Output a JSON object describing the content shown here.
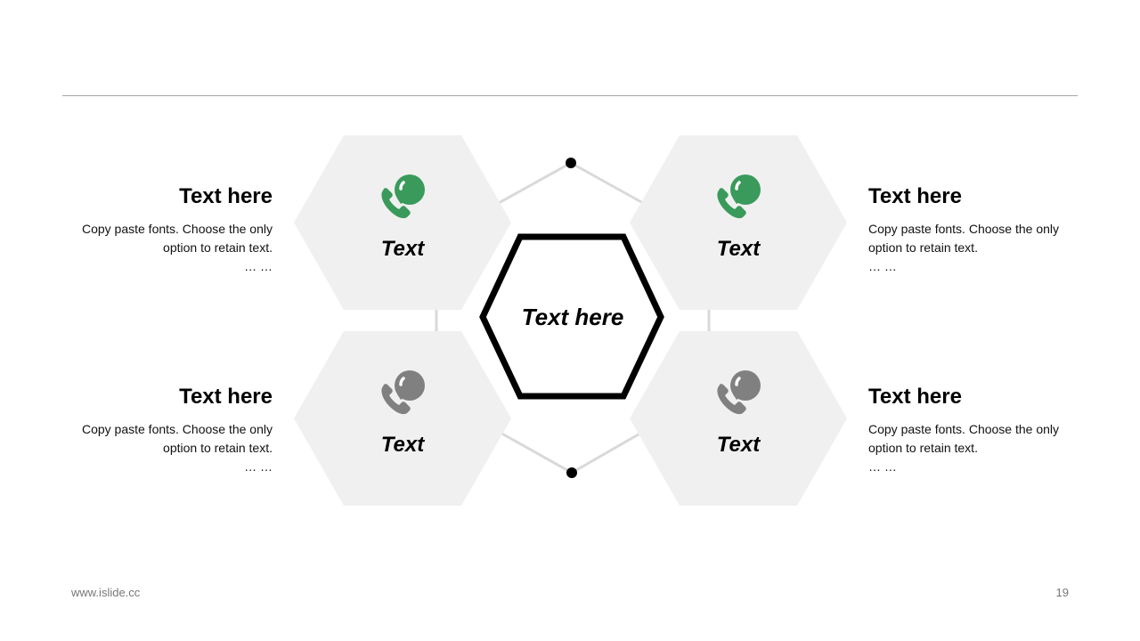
{
  "center": {
    "label": "Text here"
  },
  "hexes": [
    {
      "label": "Text",
      "icon": "phone-chat-icon",
      "icon_color": "#3a9a5b"
    },
    {
      "label": "Text",
      "icon": "phone-chat-icon",
      "icon_color": "#3a9a5b"
    },
    {
      "label": "Text",
      "icon": "phone-chat-icon",
      "icon_color": "#808080"
    },
    {
      "label": "Text",
      "icon": "phone-chat-icon",
      "icon_color": "#808080"
    }
  ],
  "blocks": [
    {
      "title": "Text here",
      "line1": "Copy paste fonts. Choose the only",
      "line2": "option to retain text.",
      "line3": "… …"
    },
    {
      "title": "Text here",
      "line1": "Copy paste fonts. Choose the only",
      "line2": "option to retain text.",
      "line3": "… …"
    },
    {
      "title": "Text here",
      "line1": "Copy paste fonts. Choose the only",
      "line2": "option to retain text.",
      "line3": "… …"
    },
    {
      "title": "Text here",
      "line1": "Copy paste fonts. Choose the only",
      "line2": "option to retain text.",
      "line3": "… …"
    }
  ],
  "footer": {
    "website": "www.islide.cc",
    "page_number": "19"
  },
  "colors": {
    "hex_fill": "#f0f0f0",
    "connector": "#d9d9d9",
    "center_stroke": "#000000"
  }
}
